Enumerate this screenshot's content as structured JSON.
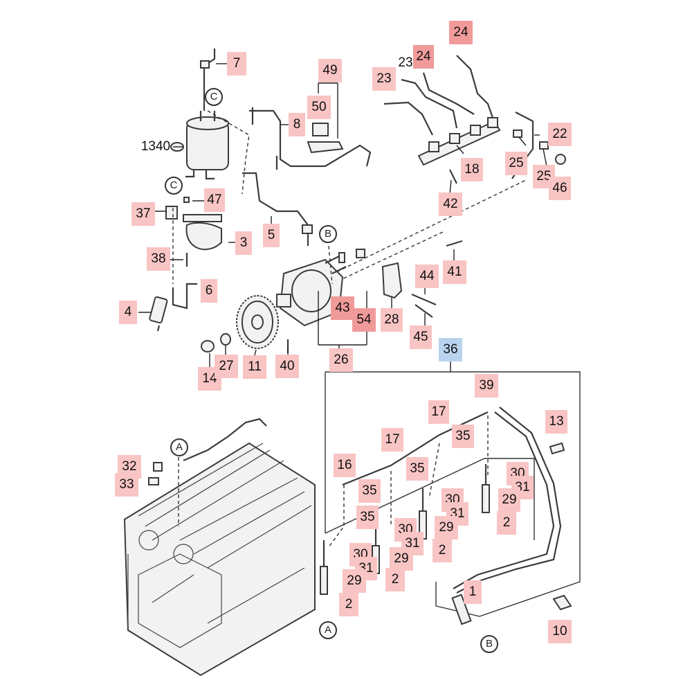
{
  "callouts": [
    {
      "text": "7",
      "style": ""
    },
    {
      "text": "8",
      "style": ""
    },
    {
      "text": "1340",
      "style": "plain"
    },
    {
      "text": "49",
      "style": ""
    },
    {
      "text": "50",
      "style": ""
    },
    {
      "text": "37",
      "style": ""
    },
    {
      "text": "47",
      "style": ""
    },
    {
      "text": "3",
      "style": ""
    },
    {
      "text": "5",
      "style": ""
    },
    {
      "text": "38",
      "style": ""
    },
    {
      "text": "6",
      "style": ""
    },
    {
      "text": "4",
      "style": ""
    },
    {
      "text": "24",
      "style": "hot"
    },
    {
      "text": "23",
      "style": ""
    },
    {
      "text": "24",
      "style": "hot"
    },
    {
      "text": "23",
      "style": ""
    },
    {
      "text": "22",
      "style": ""
    },
    {
      "text": "25",
      "style": ""
    },
    {
      "text": "25",
      "style": ""
    },
    {
      "text": "46",
      "style": ""
    },
    {
      "text": "18",
      "style": ""
    },
    {
      "text": "42",
      "style": ""
    },
    {
      "text": "41",
      "style": ""
    },
    {
      "text": "44",
      "style": ""
    },
    {
      "text": "43",
      "style": "hot"
    },
    {
      "text": "54",
      "style": "hot"
    },
    {
      "text": "28",
      "style": ""
    },
    {
      "text": "45",
      "style": ""
    },
    {
      "text": "26",
      "style": ""
    },
    {
      "text": "14",
      "style": ""
    },
    {
      "text": "27",
      "style": ""
    },
    {
      "text": "11",
      "style": ""
    },
    {
      "text": "40",
      "style": ""
    },
    {
      "text": "36",
      "style": "blue"
    },
    {
      "text": "39",
      "style": ""
    },
    {
      "text": "17",
      "style": ""
    },
    {
      "text": "17",
      "style": ""
    },
    {
      "text": "13",
      "style": ""
    },
    {
      "text": "35",
      "style": ""
    },
    {
      "text": "16",
      "style": ""
    },
    {
      "text": "35",
      "style": ""
    },
    {
      "text": "30",
      "style": ""
    },
    {
      "text": "31",
      "style": ""
    },
    {
      "text": "35",
      "style": ""
    },
    {
      "text": "29",
      "style": ""
    },
    {
      "text": "30",
      "style": ""
    },
    {
      "text": "35",
      "style": ""
    },
    {
      "text": "31",
      "style": ""
    },
    {
      "text": "2",
      "style": ""
    },
    {
      "text": "29",
      "style": ""
    },
    {
      "text": "30",
      "style": ""
    },
    {
      "text": "31",
      "style": ""
    },
    {
      "text": "2",
      "style": ""
    },
    {
      "text": "30",
      "style": ""
    },
    {
      "text": "31",
      "style": ""
    },
    {
      "text": "29",
      "style": ""
    },
    {
      "text": "2",
      "style": ""
    },
    {
      "text": "29",
      "style": ""
    },
    {
      "text": "2",
      "style": ""
    },
    {
      "text": "1",
      "style": ""
    },
    {
      "text": "10",
      "style": ""
    },
    {
      "text": "32",
      "style": ""
    },
    {
      "text": "33",
      "style": ""
    }
  ],
  "markers": [
    "C",
    "C",
    "B",
    "A",
    "A",
    "B"
  ],
  "colors": {
    "callout": "#f8c4c4",
    "callout_highlight": "#f19a9a",
    "callout_group": "#b9d3ef",
    "line": "#333333"
  }
}
